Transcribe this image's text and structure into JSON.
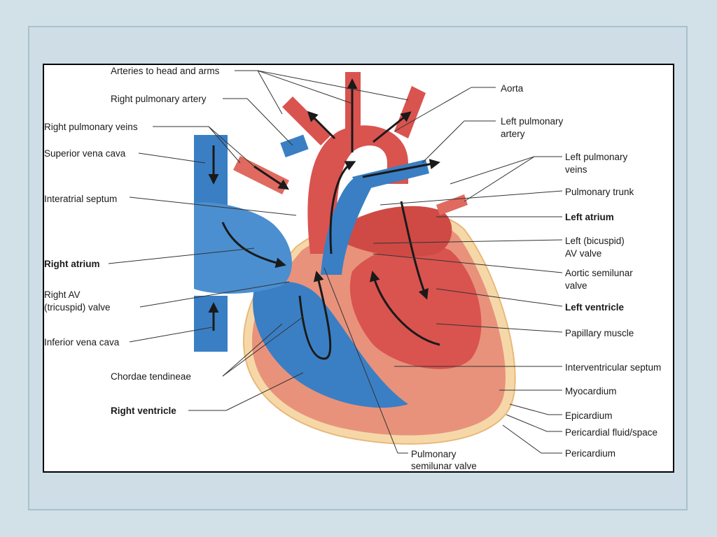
{
  "colors": {
    "background": "#d2e1e8",
    "frame": "#a9c1cc",
    "oxygen_poor_blue": "#3a7fc4",
    "oxygen_rich_red": "#d9534f",
    "myocardium": "#e8927c",
    "pericardium": "#f6d8a8"
  },
  "labels": {
    "arteries_head_arms": "Arteries to head and arms",
    "right_pulmonary_artery": "Right pulmonary artery",
    "right_pulmonary_veins": "Right pulmonary veins",
    "superior_vena_cava": "Superior vena cava",
    "interatrial_septum": "Interatrial septum",
    "right_atrium": "Right atrium",
    "right_av_valve_l1": "Right AV",
    "right_av_valve_l2": "(tricuspid) valve",
    "inferior_vena_cava": "Inferior vena cava",
    "chordae_tendineae": "Chordae tendineae",
    "right_ventricle": "Right ventricle",
    "aorta": "Aorta",
    "left_pulmonary_artery_l1": "Left pulmonary",
    "left_pulmonary_artery_l2": "artery",
    "left_pulmonary_veins_l1": "Left pulmonary",
    "left_pulmonary_veins_l2": "veins",
    "pulmonary_trunk": "Pulmonary trunk",
    "left_atrium": "Left atrium",
    "left_av_valve_l1": "Left (bicuspid)",
    "left_av_valve_l2": "AV valve",
    "aortic_valve_l1": "Aortic semilunar",
    "aortic_valve_l2": "valve",
    "left_ventricle": "Left ventricle",
    "papillary_muscle": "Papillary muscle",
    "interventricular_septum": "Interventricular septum",
    "myocardium": "Myocardium",
    "epicardium": "Epicardium",
    "pericardial_fluid": "Pericardial fluid/space",
    "pericardium": "Pericardium",
    "pulmonary_valve_l1": "Pulmonary",
    "pulmonary_valve_l2": "semilunar valve"
  }
}
